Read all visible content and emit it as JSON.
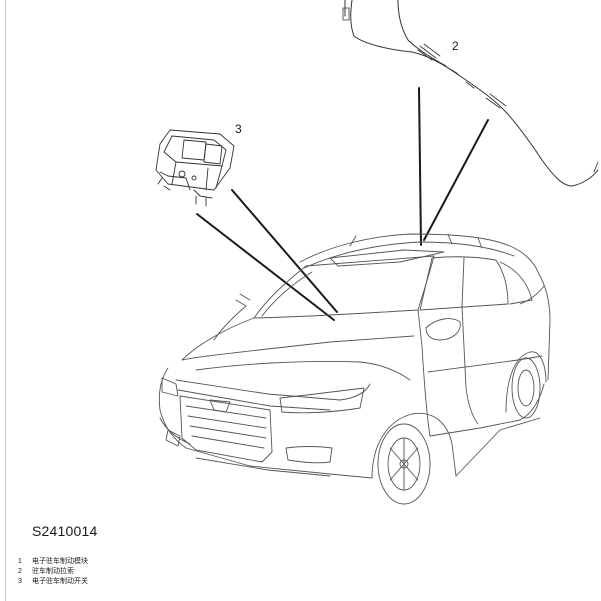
{
  "diagram": {
    "callouts": [
      "2",
      "3"
    ],
    "figure_code": "S2410014",
    "legend": [
      {
        "num": "1",
        "text": "电子驻车制动模块"
      },
      {
        "num": "2",
        "text": "驻车制动拉索"
      },
      {
        "num": "3",
        "text": "电子驻车制动开关"
      }
    ]
  }
}
